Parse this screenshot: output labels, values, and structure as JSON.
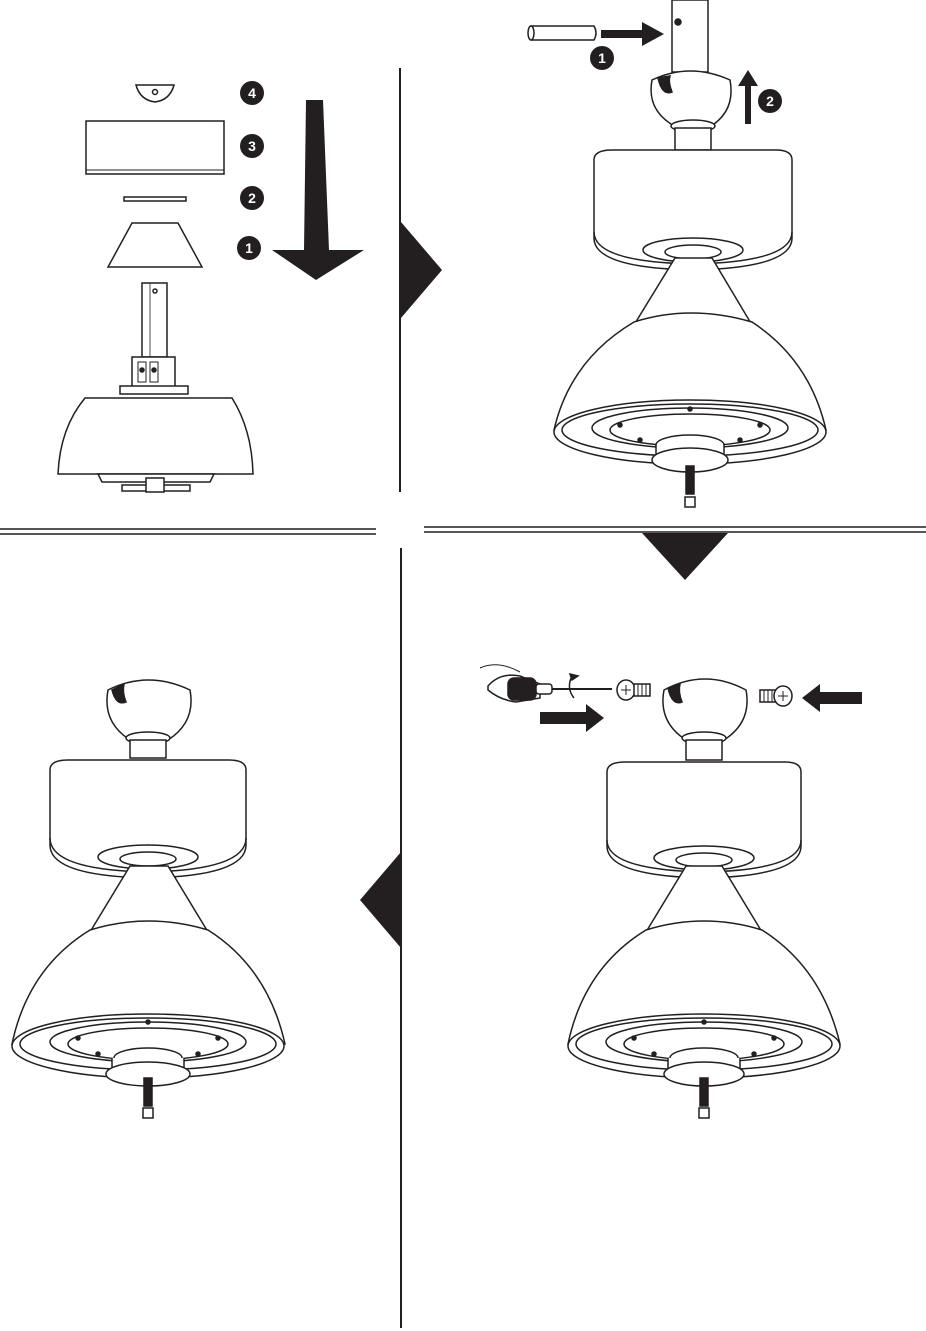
{
  "colors": {
    "ink": "#231f20",
    "paper": "#ffffff",
    "badge_fill": "#231f20",
    "badge_text": "#ffffff"
  },
  "panels": {
    "top_left": {
      "step_badges": [
        "4",
        "3",
        "2",
        "1"
      ],
      "arrow": "down-arrow"
    },
    "top_right": {
      "step_badges": [
        "1",
        "2"
      ],
      "arrows": [
        "right-arrow",
        "up-arrow"
      ]
    },
    "bottom_right": {
      "arrows": [
        "right-arrow",
        "left-arrow"
      ],
      "tools": [
        "screwdriver-icon",
        "screw-icon"
      ]
    },
    "bottom_left": {
      "arrows": []
    }
  },
  "flow_arrows": [
    "right-triangle",
    "down-triangle",
    "left-triangle"
  ]
}
